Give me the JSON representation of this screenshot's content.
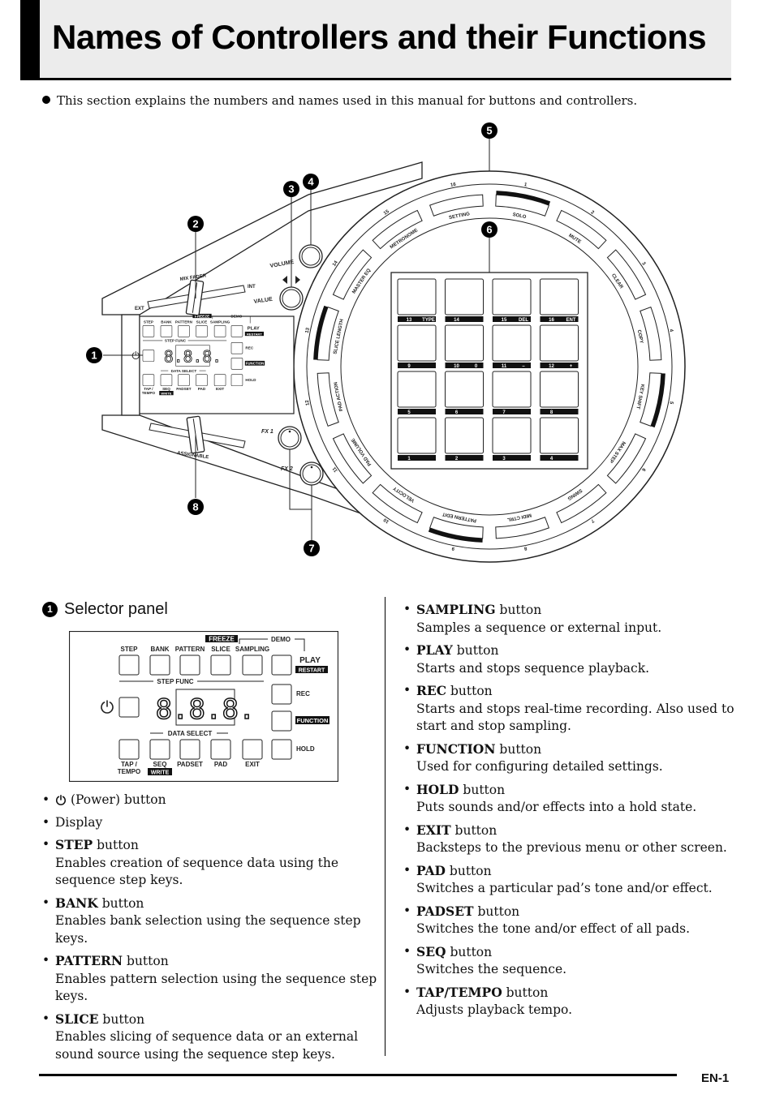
{
  "header": {
    "title": "Names of Controllers and their Functions"
  },
  "intro": "This section explains the numbers and names used in this manual for buttons and controllers.",
  "callouts": [
    "1",
    "2",
    "3",
    "4",
    "5",
    "6",
    "7",
    "8"
  ],
  "device": {
    "ring_labels": [
      "SETTING",
      "SOLO",
      "MUTE",
      "CLEAR",
      "COPY",
      "KEY SHIFT",
      "MAX STEP",
      "SWING",
      "MIDI CTRL",
      "PATTERN EDIT",
      "VELOCITY",
      "PAD VOLUME",
      "PAD ACTION",
      "SLICE LENGTH",
      "MASTER EQ",
      "METRONOME"
    ],
    "ring_numbers": [
      "16",
      "1",
      "2",
      "3",
      "4",
      "5",
      "6",
      "7",
      "8",
      "9",
      "10",
      "11",
      "12",
      "13",
      "14",
      "15"
    ],
    "pad_labels": [
      "13",
      "TYPE",
      "14",
      "15",
      "DEL",
      "16",
      "ENT",
      "9",
      "10",
      "0",
      "11",
      "–",
      "12",
      "+",
      "5",
      "6",
      "7",
      "8",
      "1",
      "2",
      "3",
      "4"
    ],
    "knob_labels": [
      "VOLUME",
      "VALUE",
      "FX 1",
      "FX 2"
    ],
    "fader_labels": [
      "MIX FADER",
      "EXT",
      "INT",
      "ASSIGNABLE"
    ]
  },
  "section": {
    "number": "1",
    "title": "Selector panel"
  },
  "panel": {
    "top_labels": [
      "STEP",
      "BANK",
      "PATTERN",
      "SLICE",
      "SAMPLING"
    ],
    "freeze": "FREEZE",
    "demo": "DEMO",
    "play": "PLAY",
    "restart": "RESTART",
    "step_func": "STEP FUNC",
    "display": "8.8.8.",
    "rec": "REC",
    "function": "FUNCTION",
    "data_select": "DATA SELECT",
    "hold": "HOLD",
    "tap": "TAP /",
    "tempo": "TEMPO",
    "seq": "SEQ",
    "write": "WRITE",
    "padset": "PADSET",
    "pad": "PAD",
    "exit": "EXIT"
  },
  "items_left": [
    {
      "name": "",
      "suffix": "(Power) button",
      "desc": "",
      "icon": "power-icon"
    },
    {
      "name": "",
      "suffix": "Display",
      "desc": ""
    },
    {
      "name": "STEP",
      "suffix": " button",
      "desc": "Enables creation of sequence data using the sequence step keys."
    },
    {
      "name": "BANK",
      "suffix": " button",
      "desc": "Enables bank selection using the sequence step keys."
    },
    {
      "name": "PATTERN",
      "suffix": " button",
      "desc": "Enables pattern selection using the sequence step keys."
    },
    {
      "name": "SLICE",
      "suffix": " button",
      "desc": "Enables slicing of sequence data or an external sound source using the sequence step keys."
    }
  ],
  "items_right": [
    {
      "name": "SAMPLING",
      "suffix": " button",
      "desc": "Samples a sequence or external input."
    },
    {
      "name": "PLAY",
      "suffix": " button",
      "desc": "Starts and stops sequence playback."
    },
    {
      "name": "REC",
      "suffix": " button",
      "desc": "Starts and stops real-time recording. Also used to start and stop sampling."
    },
    {
      "name": "FUNCTION",
      "suffix": " button",
      "desc": "Used for configuring detailed settings."
    },
    {
      "name": "HOLD",
      "suffix": " button",
      "desc": "Puts sounds and/or effects into a hold state."
    },
    {
      "name": "EXIT",
      "suffix": " button",
      "desc": "Backsteps to the previous menu or other screen."
    },
    {
      "name": "PAD",
      "suffix": " button",
      "desc": "Switches a particular pad’s tone and/or effect."
    },
    {
      "name": "PADSET",
      "suffix": " button",
      "desc": "Switches the tone and/or effect of all pads."
    },
    {
      "name": "SEQ",
      "suffix": " button",
      "desc": "Switches the sequence."
    },
    {
      "name": "TAP/TEMPO",
      "suffix": " button",
      "desc": "Adjusts playback tempo."
    }
  ],
  "footer": {
    "page": "EN-1"
  }
}
